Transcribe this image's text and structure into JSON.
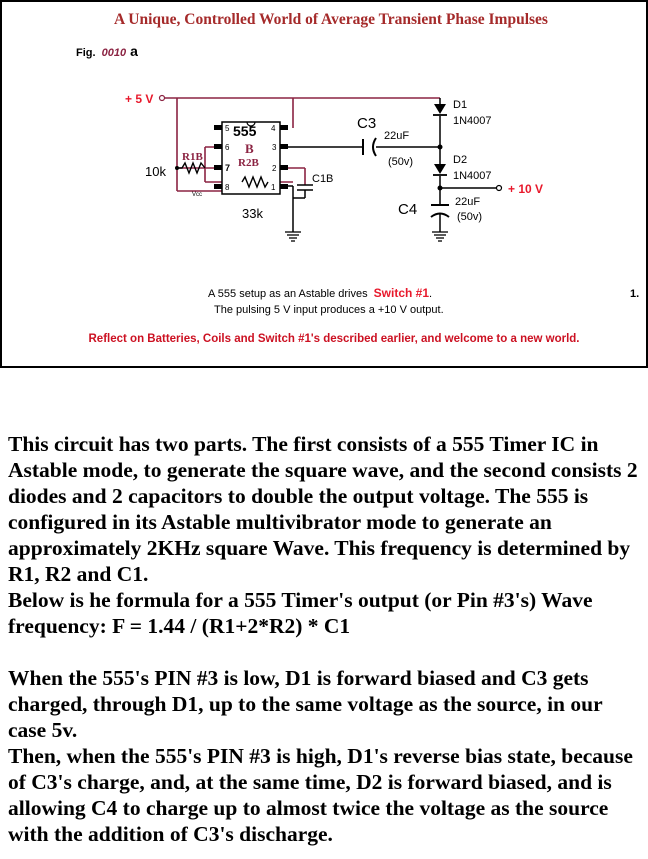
{
  "figure": {
    "title": "A Unique, Controlled World of Average Transient Phase Impulses",
    "fig_prefix": "Fig.",
    "fig_number": "0010",
    "fig_suffix": "a",
    "supply_label": "+ 5 V",
    "ic_number": "555",
    "ic_letter": "B",
    "pins": [
      "5",
      "4",
      "6",
      "3",
      "7",
      "2",
      "8",
      "1"
    ],
    "vcc_label": "Vcc",
    "r1_label": "R1B",
    "r1_value": "10k",
    "r2_label": "R2B",
    "r2_value": "33k",
    "c1_label": "C1B",
    "c3_label": "C3",
    "c3_value": "22uF",
    "c3_rating": "(50v)",
    "d1_label": "D1",
    "d1_part": "1N4007",
    "d2_label": "D2",
    "d2_part": "1N4007",
    "c4_label": "C4",
    "c4_value": "22uF",
    "c4_rating": "(50v)",
    "output_label": "+ 10 V",
    "caption_line1_prefix": "A 555 setup as an Astable drives",
    "caption_switch": "Switch #1",
    "caption_period": ".",
    "caption_line2": "The pulsing 5 V input produces a +10 V output.",
    "stray_mark": "1.",
    "footer_note": "Reflect on Batteries, Coils and Switch #1's described earlier, and welcome to a new world.",
    "colors": {
      "title": "#a52a2a",
      "accent": "#e8192c",
      "wire": "#8b2342",
      "ink": "#000000"
    }
  },
  "text": {
    "paragraph1": "This circuit has two parts. The first consists of a 555 Timer IC in Astable mode, to generate the square wave, and the second consists 2 diodes and 2 capacitors to double the output voltage. The 555 is configured in its Astable multivibrator mode to generate an approximately 2KHz square Wave. This frequency is determined by R1, R2 and C1.",
    "paragraph2": "Below is he formula for a 555 Timer's output (or Pin #3's) Wave frequency: F = 1.44 / (R1+2*R2) * C1",
    "paragraph3": "When the 555's PIN #3 is low, D1 is forward biased and C3 gets charged, through D1, up to the same voltage as the source, in our case 5v.",
    "paragraph4": "Then, when the 555's PIN #3 is high, D1's reverse bias state, because of C3's charge, and, at the same time, D2 is forward biased, and is allowing C4 to charge up to almost twice the voltage as the source with the addition of C3's discharge."
  }
}
